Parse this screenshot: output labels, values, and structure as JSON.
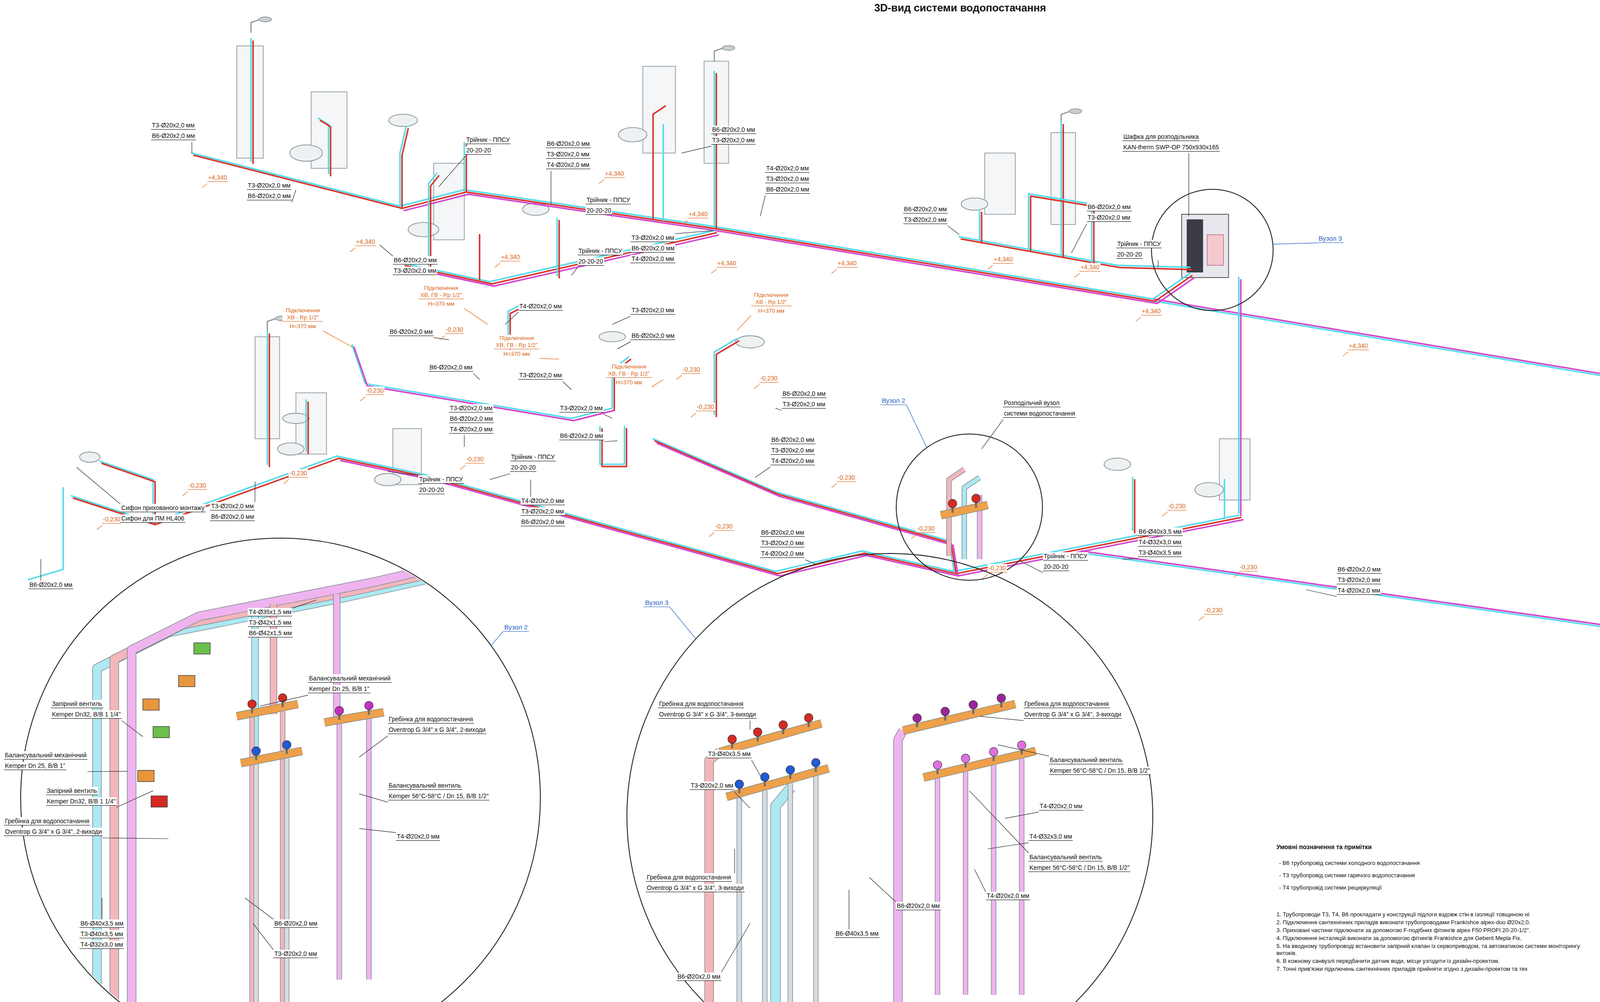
{
  "diagram": {
    "title": "3D-вид системи водопостачання",
    "nodes": [
      {
        "text": [
          "Вузол 3"
        ]
      },
      {
        "text": [
          "Вузол 2"
        ]
      },
      {
        "text": [
          "Вузол 2"
        ]
      },
      {
        "text": [
          "Вузол 3"
        ]
      }
    ],
    "labels": [
      "Т3-Ø20x2,0 мм",
      "В6-Ø20x2,0 мм",
      "+4,340",
      "Т3-Ø20x2,0 мм",
      "В6-Ø20x2,0 мм",
      "Трійник - ППСУ",
      "20-20-20",
      "В6-Ø20x2,0 мм",
      "Т3-Ø20x2,0 мм",
      "Т4-Ø20x2,0 мм",
      "В6-Ø20x2,0 мм",
      "Т3-Ø20x2,0 мм",
      "+4,340",
      "Т4-Ø20x2,0 мм",
      "Т3-Ø20x2,0 мм",
      "В6-Ø20x2,0 мм",
      "Трійник - ППСУ",
      "20-20-20",
      "+4,340",
      "Т3-Ø20x2,0 мм",
      "В6-Ø20x2,0 мм",
      "Т4-Ø20x2,0 мм",
      "Трійник - ППСУ",
      "20-20-20",
      "+4,340",
      "В6-Ø20x2,0 мм",
      "Т3-Ø20x2,0 мм",
      "+4,340",
      "+4,340",
      "+4,340",
      "Шафка для розподільника",
      "KAN-therm SWP-OP 750x930x165",
      "В6-Ø20x2,0 мм",
      "Т3-Ø20x2,0 мм",
      "В6-Ø20x2,0 мм",
      "Т3-Ø20x2,0 мм",
      "+4,340",
      "+4,340",
      "Трійник - ППСУ",
      "20-20-20",
      "+4,340",
      "+4,340",
      "Підключення ХВ, ГВ - Rp 1/2\"",
      "Н=370 мм",
      "Підключення ХВ - Rp 1/2\"",
      "Н=370 мм",
      "Підключення ХВ - Rp 1/2\"",
      "Н=370 мм",
      "Т4-Ø20x2,0 мм",
      "Підключення ХВ, ГВ - Rp 1/2\"",
      "Н=370 мм",
      "Підключення ХВ, ГВ - Rp 1/2\"",
      "Н=370 мм",
      "В6-Ø20x2,0 мм",
      "В6-Ø20x2,0 мм",
      "Т3-Ø20x2,0 мм",
      "В6-Ø20x2,0 мм",
      "Т3-Ø20x2,0 мм",
      "-0,230",
      "-0,230",
      "-0,230",
      "-0,230",
      "-0,230",
      "-0,230",
      "-0,230",
      "-0,230",
      "-0,230",
      "-0,230",
      "-0,230",
      "-0,230",
      "-0,230",
      "-0,230",
      "-0,230",
      "-0,230",
      "В6-Ø20x2,0 мм",
      "Т3-Ø20x2,0 мм",
      "Т3-Ø20x2,0 мм",
      "В6-Ø20x2,0 мм",
      "Т4-Ø20x2,0 мм",
      "Т3-Ø20x2,0 мм",
      "В6-Ø20x2,0 мм",
      "В6-Ø20x2,0 мм",
      "Т3-Ø20x2,0 мм",
      "Т4-Ø20x2,0 мм",
      "Трійник - ППСУ",
      "20-20-20",
      "Трійник - ППСУ",
      "20-20-20",
      "Сифон прихованого монтажу",
      "Сифон для ПМ HL406",
      "Т3-Ø20x2,0 мм",
      "В6-Ø20x2,0 мм",
      "В6-Ø20x2,0 мм",
      "Т4-Ø20x2,0 мм",
      "Т3-Ø20x2,0 мм",
      "В6-Ø20x2,0 мм",
      "В6-Ø20x2,0 мм",
      "Т3-Ø20x2,0 мм",
      "Т4-Ø20x2,0 мм",
      "Розподільчий вузол",
      "системи водопостачання",
      "Трійник - ППСУ",
      "20-20-20",
      "В6-Ø40x3,5 мм",
      "Т4-Ø32x3,0 мм",
      "Т3-Ø40x3,5 мм",
      "В6-Ø20x2,0 мм",
      "Т3-Ø20x2,0 мм",
      "Т4-Ø20x2,0 мм",
      "Т4-Ø35x1,5 мм",
      "Т3-Ø42x1,5 мм",
      "В6-Ø42x1,5 мм",
      "Балансувальний механічний",
      "Kemper Dn 25, В/В 1\"",
      "Запірний вентиль",
      "Kemper Dn32, В/В 1 1/4\"",
      "Балансувальний механічний",
      "Kemper Dn 25, В/В 1\"",
      "Запірний вентиль",
      "Kemper Dn32, В/В 1 1/4\"",
      "Гребінка для водопостачання",
      "Oventrop G 3/4\" x G 3/4\", 2-виходи",
      "Гребінка для водопостачання",
      "Oventrop G 3/4\" x G 3/4\", 2-виходи",
      "Балансувальний вентиль",
      "Kemper 56°C-58°C / Dn 15, В/В 1/2\"",
      "Т4-Ø20x2,0 мм",
      "В6-Ø40x3,5 мм",
      "Т3-Ø40x3,5 мм",
      "Т4-Ø32x3,0 мм",
      "В6-Ø20x2,0 мм",
      "Т3-Ø20x2,0 мм",
      "Гребінка для водопостачання",
      "Oventrop G 3/4\" x G 3/4\", 3-виходи",
      "Т3-Ø40x3,5 мм",
      "Т3-Ø20x2,0 мм",
      "Гребінка для водопостачання",
      "Oventrop G 3/4\" x G 3/4\", 3-виходи",
      "В6-Ø20x2,0 мм",
      "В6-Ø40x3,5 мм",
      "В6-Ø20x2,0 мм",
      "Гребінка для водопостачання",
      "Oventrop G 3/4\" x G 3/4\", 3-виходи",
      "Балансувальний вентиль",
      "Kemper 56°C-58°C / Dn 15, В/В 1/2\"",
      "Т4-Ø20x2,0 мм",
      "Т4-Ø32x3,0 мм",
      "Балансувальний вентиль",
      "Kemper 56°C-58°C / Dn 15, В/В 1/2\"",
      "Т4-Ø20x2,0 мм",
      "Умовні позначення та примітки",
      "1. Трубопроводи Т3, Т4, В6 прокладати у конструкції підлоги вздовж стін в ізоляції товщиною ні",
      "2. Підключення сантехнічних приладів виконати трубопроводами Frankishce alpex-duo Ø20x2,0.",
      "3. Приховані частини підключати за допомогою F-подібних фітингів alpex F50 PROFI 20-20-1/2\".",
      "4. Підключення інсталяцій виконати за допомогою фітингів Frankishce для Geberit Mepla Fix.",
      "5. На вводному трубопроводі встановити запірний клапан із сервоприводом, та автоматикою системи моніторингу витоків.",
      "6. В кожному санвузлі передбачити датчик води, місце узгодити із дизайн-проектом.",
      "7. Точні прив'язки підключень сантехнічних приладів прийняти згідно з дизайн-проектом та тех"
    ],
    "legend": [
      {
        "text": "- В6 трубопровід системи холодного водопостачання",
        "color": "#56dbe8"
      },
      {
        "text": "- Т3 трубопровід системи гарячого водопостачання",
        "color": "#d9342c"
      },
      {
        "text": "- Т4 трубопровід системи рециркуляції",
        "color": "#d445cf"
      }
    ]
  }
}
